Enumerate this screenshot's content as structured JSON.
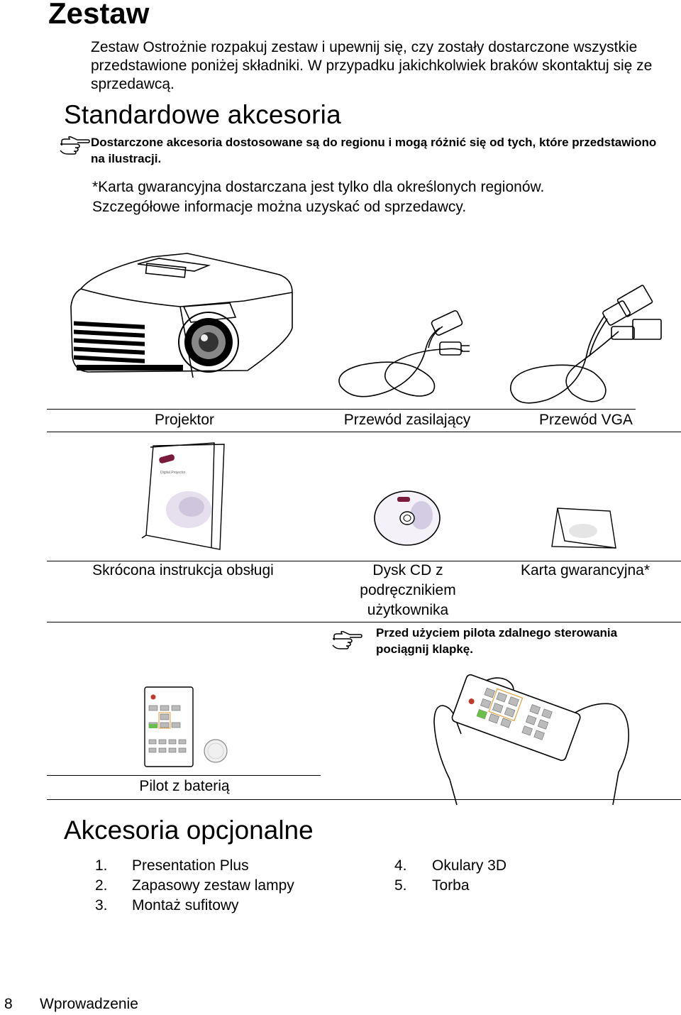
{
  "page": {
    "title": "Zestaw",
    "intro": "Zestaw Ostrożnie rozpakuj zestaw i upewnij się, czy zostały dostarczone wszystkie przedstawione poniżej składniki. W przypadku jakichkolwiek braków skontaktuj się ze sprzedawcą."
  },
  "standard": {
    "heading": "Standardowe akcesoria",
    "note": "Dostarczone akcesoria dostosowane są do regionu i mogą różnić się od tych, które przedstawiono na ilustracji.",
    "warranty_line1": "*Karta gwarancyjna dostarczana jest tylko dla określonych regionów.",
    "warranty_line2": "Szczegółowe informacje można uzyskać od sprzedawcy.",
    "row1": [
      "Projektor",
      "Przewód zasilający",
      "Przewód VGA"
    ],
    "row2": [
      "Skrócona instrukcja obsługi",
      "Dysk CD z podręcznikiem użytkownika",
      "Karta gwarancyjna*"
    ],
    "remote_note": "Przed użyciem pilota zdalnego sterowania pociągnij klapkę.",
    "remote_caption": "Pilot z baterią"
  },
  "optional": {
    "heading": "Akcesoria opcjonalne",
    "items": [
      {
        "num": "1.",
        "label": "Presentation Plus"
      },
      {
        "num": "2.",
        "label": "Zapasowy zestaw lampy"
      },
      {
        "num": "3.",
        "label": "Montaż sufitowy"
      },
      {
        "num": "4.",
        "label": "Okulary 3D"
      },
      {
        "num": "5.",
        "label": "Torba"
      }
    ]
  },
  "footer": {
    "page_number": "8",
    "section": "Wprowadzenie"
  },
  "icons": [
    "pointing-hand-icon",
    "projector-illustration",
    "power-cord-illustration",
    "vga-cable-illustration",
    "quick-guide-illustration",
    "cd-illustration",
    "warranty-card-illustration",
    "remote-battery-illustration",
    "remote-in-hands-illustration"
  ]
}
